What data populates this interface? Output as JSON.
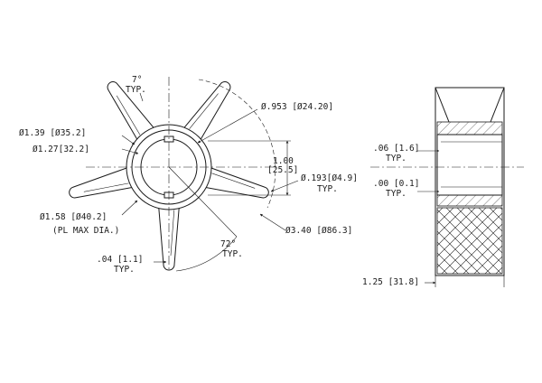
{
  "annotations": {
    "angle_top": "7°",
    "angle_top_typ": "TYP.",
    "hub_dia": "Ø.953 [Ø24.20]",
    "dia_139": "Ø1.39 [Ø35.2]",
    "dia_127": "Ø1.27[32.2]",
    "dim_100": "1.00",
    "dim_255": "[25.5]",
    "dia_193": "Ø.193[Ø4.9]",
    "dia_193_typ": "TYP.",
    "dia_158": "Ø1.58 [Ø40.2]",
    "pl_max": "(PL MAX DIA.)",
    "dia_340": "Ø3.40 [Ø86.3]",
    "angle_72": "72°",
    "angle_72_typ": "TYP.",
    "tip_04": ".04 [1.1]",
    "tip_04_typ": "TYP.",
    "side_06": ".06 [1.6]",
    "side_06_typ": "TYP.",
    "side_00": ".00 [0.1]",
    "side_00_typ": "TYP.",
    "width_125": "1.25 [31.8]"
  },
  "colors": {
    "line": "#1a1a1a",
    "background": "#ffffff"
  }
}
